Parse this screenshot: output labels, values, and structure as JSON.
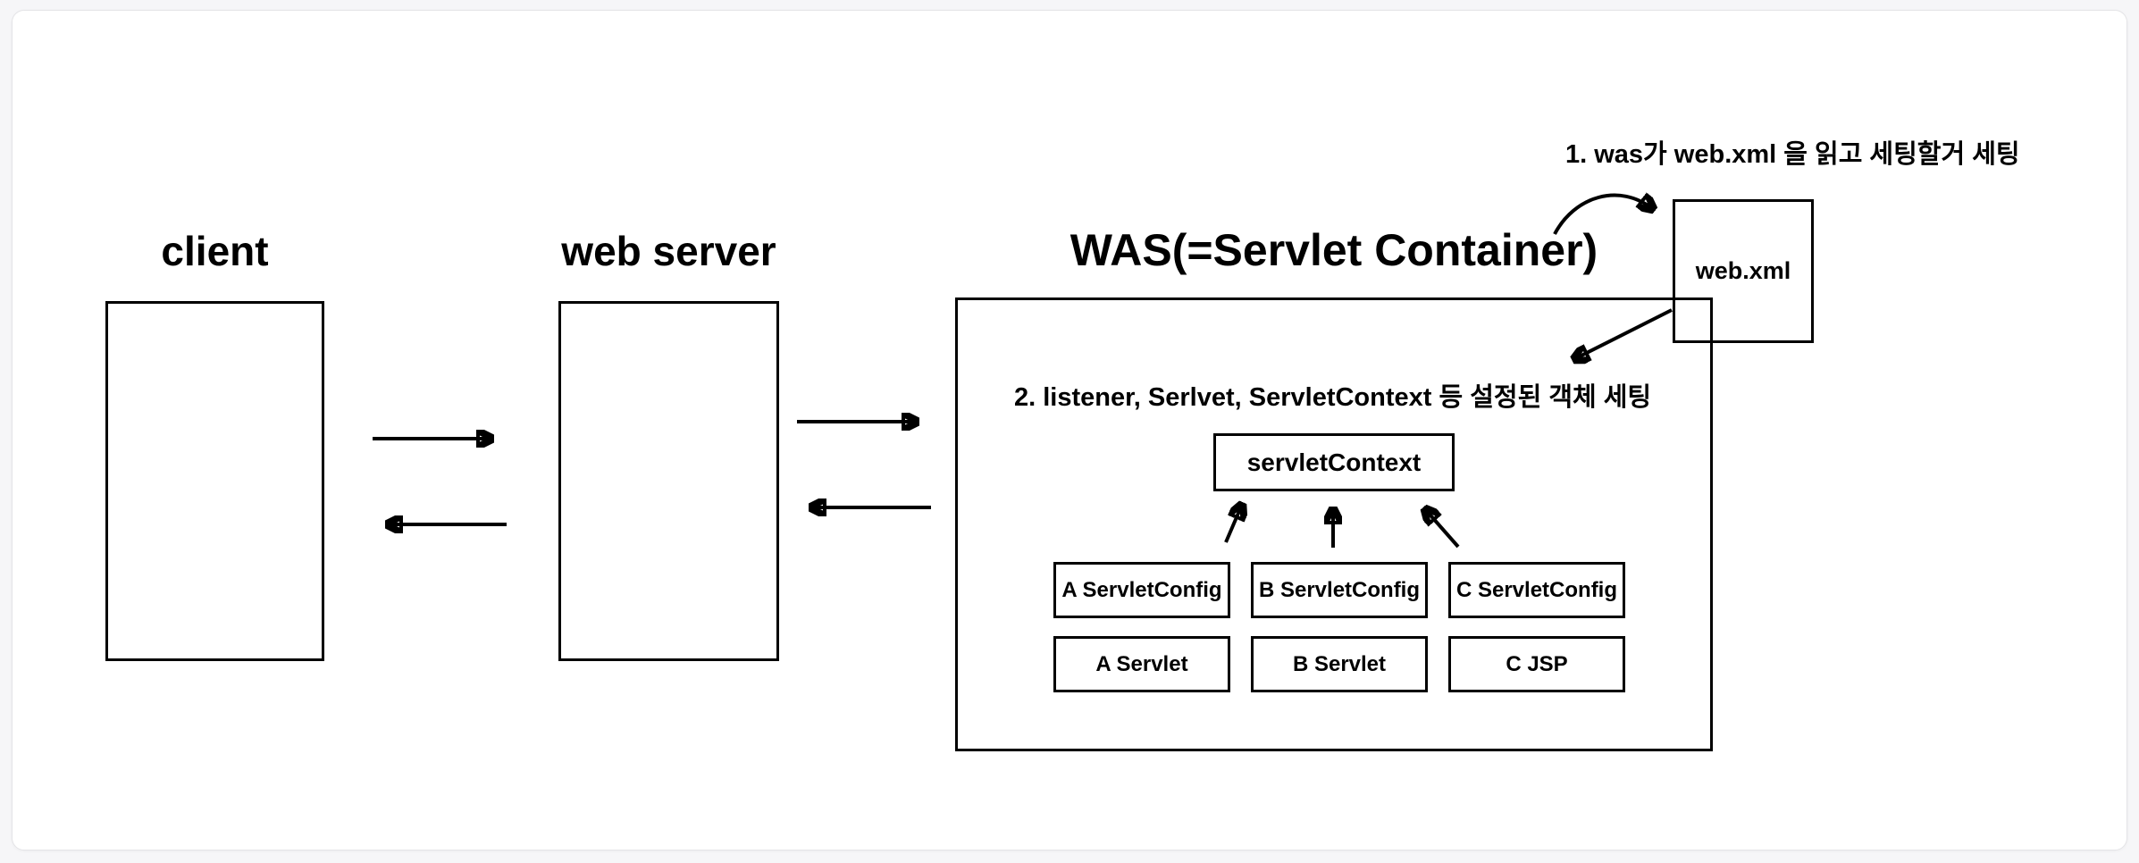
{
  "page": {
    "background": "#f6f6f8",
    "card_background": "#ffffff",
    "line_color": "#000000"
  },
  "nodes": {
    "client": {
      "label": "client"
    },
    "web_server": {
      "label": "web server"
    },
    "was": {
      "title": "WAS(=Servlet Container)"
    },
    "web_xml": {
      "label": "web.xml"
    },
    "servlet_context": {
      "label": "servletContext"
    },
    "config_row": [
      "A ServletConfig",
      "B ServletConfig",
      "C ServletConfig"
    ],
    "servlet_row": [
      "A Servlet",
      "B Servlet",
      "C JSP"
    ]
  },
  "annotations": {
    "step1": "1. was가 web.xml 을 읽고 세팅할거 세팅",
    "step2": "2. listener, Serlvet, ServletContext 등 설정된 객체 세팅"
  }
}
